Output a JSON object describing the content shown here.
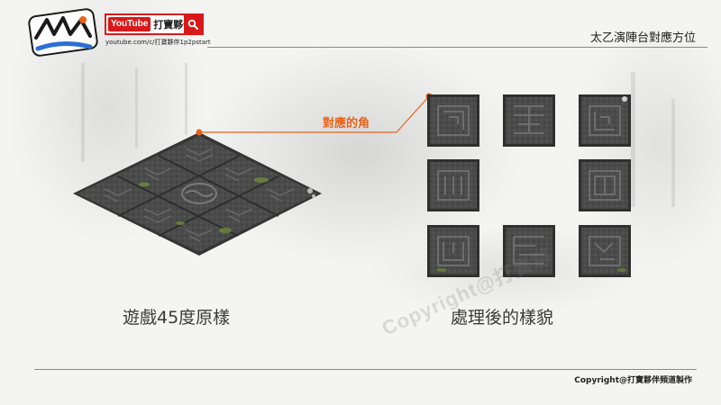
{
  "header": {
    "channel_badge": "YouTube",
    "channel_name": "打寶夥伴",
    "channel_url": "youtube.com/c/打寶夥伴1p2pstart",
    "page_title": "太乙演陣台對應方位"
  },
  "figure": {
    "callout_label": "對應的角",
    "left_caption": "遊戲45度原樣",
    "right_caption": "處理後的樣貌"
  },
  "footer": {
    "copyright": "Copyright@打寶夥伴頻道製作",
    "watermark": "Copyright@打寶夥"
  },
  "colors": {
    "accent": "#e8631a",
    "youtube_red": "#d91919",
    "tile_dark": "#4a4a4a",
    "moss": "#6f8a3a"
  },
  "icons": {
    "search": "search-icon",
    "logo": "channel-logo"
  }
}
